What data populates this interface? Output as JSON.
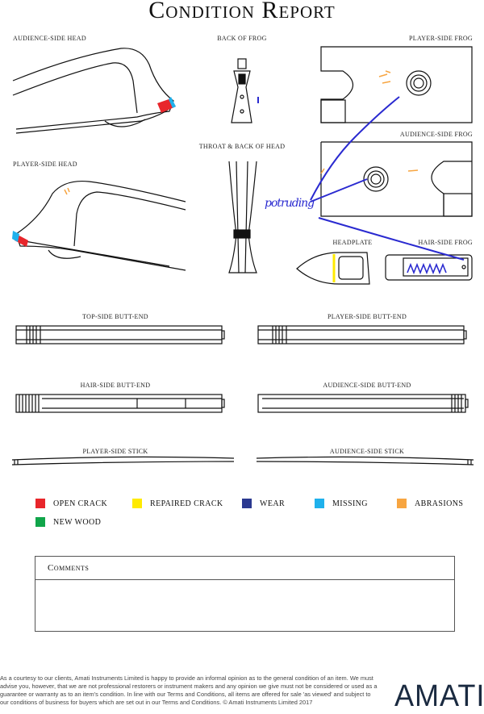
{
  "title": "Condition Report",
  "views": {
    "audience_side_head": "Audience-side head",
    "back_of_frog": "Back of frog",
    "player_side_frog": "Player-side frog",
    "audience_side_frog": "Audience-side frog",
    "player_side_head": "Player-side head",
    "throat_back_of_head": "Throat & back of head",
    "headplate": "Headplate",
    "hair_side_frog": "Hair-side frog",
    "top_side_butt_end": "Top-side butt-end",
    "player_side_butt_end": "Player-side butt-end",
    "hair_side_butt_end": "Hair-side butt-end",
    "audience_side_butt_end": "Audience-side butt-end",
    "player_side_stick": "Player-side stick",
    "audience_side_stick": "Audience-side stick"
  },
  "annotation": "potruding",
  "legend": [
    {
      "label": "Open crack",
      "color": "#e8262b"
    },
    {
      "label": "Repaired crack",
      "color": "#ffea00"
    },
    {
      "label": "Wear",
      "color": "#2b3990"
    },
    {
      "label": "Missing",
      "color": "#1fb1ec"
    },
    {
      "label": "Abrasions",
      "color": "#f7a541"
    },
    {
      "label": "New wood",
      "color": "#10a54a"
    }
  ],
  "comments": {
    "heading": "Comments",
    "body": ""
  },
  "footer": "As a courtesy to our clients, Amati Instruments Limited is happy to provide an informal opinion as to the general condition of an item. We must advise you, however, that we are not professional restorers or instrument makers and any opinion we give must not be considered or used as a guarantee or warranty as to an item's condition. In line with our Terms and Conditions, all items are offered for sale 'as viewed' and subject to our conditions of business for buyers which are set out in our Terms and Conditions. © Amati Instruments Limited 2017",
  "logo": "AMATI"
}
